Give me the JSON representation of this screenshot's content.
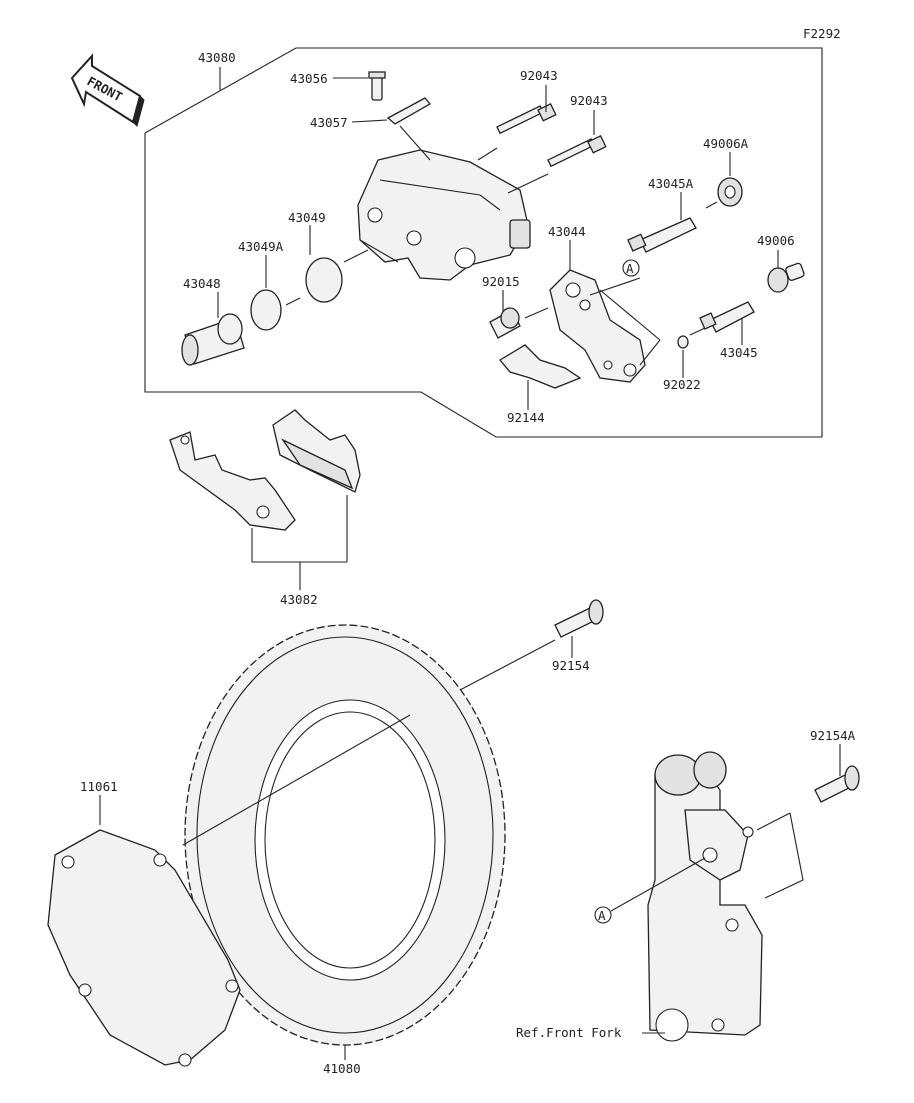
{
  "figure_code": "F2292",
  "front_arrow_text": "FRONT",
  "callout_letter": "A",
  "part_labels": {
    "p43080": "43080",
    "p43056": "43056",
    "p43057": "43057",
    "p92043a": "92043",
    "p92043b": "92043",
    "p49006A": "49006A",
    "p43045A": "43045A",
    "p43049": "43049",
    "p43049A": "43049A",
    "p43044": "43044",
    "p49006": "49006",
    "p43048": "43048",
    "p92015": "92015",
    "p43045": "43045",
    "p92022": "92022",
    "p92144": "92144",
    "p43082": "43082",
    "p92154": "92154",
    "p92154A": "92154A",
    "p11061": "11061",
    "p41080": "41080"
  },
  "ref_front_fork": "Ref.Front Fork"
}
